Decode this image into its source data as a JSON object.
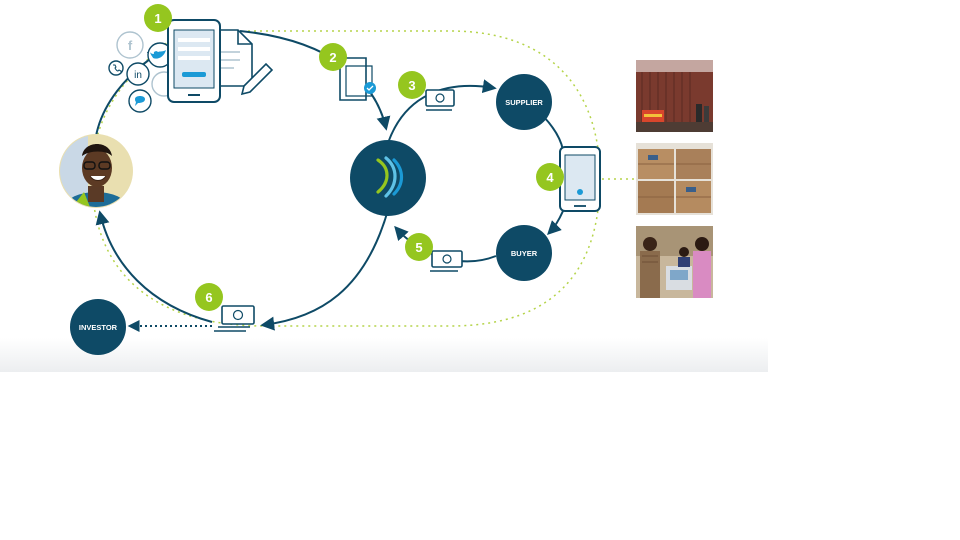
{
  "steps": [
    "1",
    "2",
    "3",
    "4",
    "5",
    "6"
  ],
  "nodes": {
    "supplier": "SUPPLIER",
    "buyer": "BUYER",
    "investor": "INVESTOR"
  },
  "social_icons": [
    "facebook-icon",
    "twitter-icon",
    "linkedin-icon",
    "phone-icon",
    "chat-icon"
  ],
  "photos": [
    "shipping-containers-photo",
    "stacked-boxes-photo",
    "workers-with-equipment-photo"
  ],
  "colors": {
    "navy": "#0e4a66",
    "green": "#95c61f",
    "dotted": "#b5d44a",
    "light_blue": "#dce8f2",
    "accent_blue": "#1b9ad6"
  }
}
